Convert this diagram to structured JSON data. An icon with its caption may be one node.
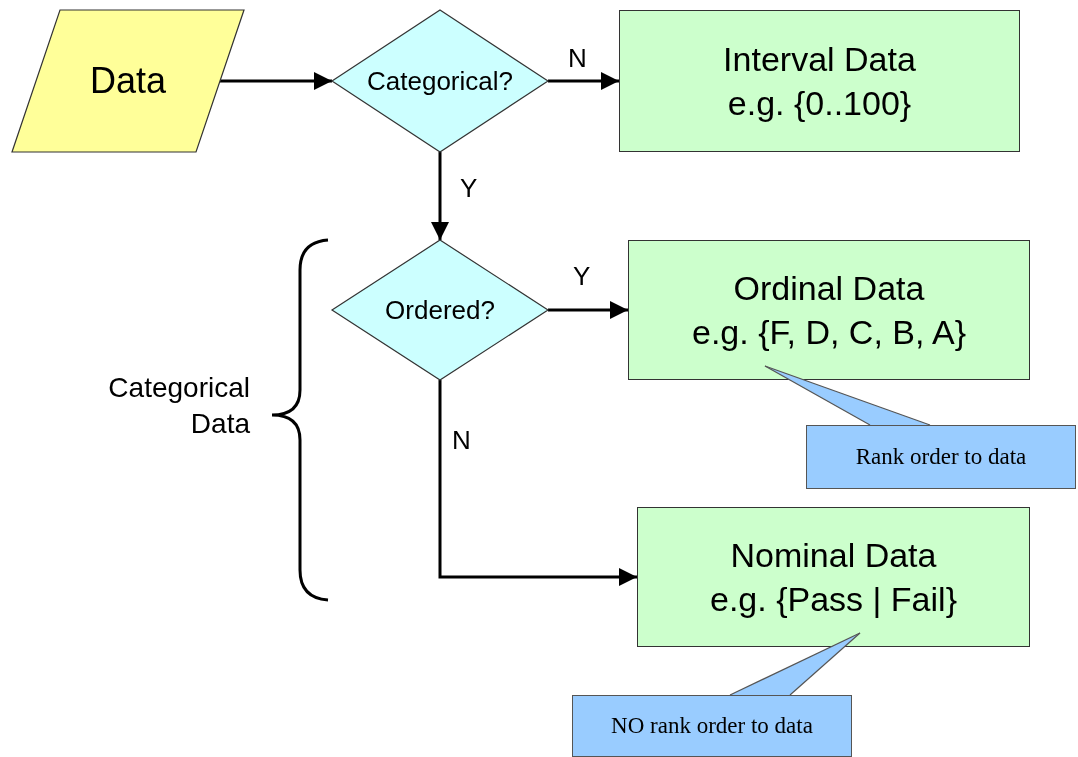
{
  "diagram": {
    "nodes": [
      {
        "text": [
          "Data"
        ]
      },
      {
        "text": [
          "Categorical?"
        ]
      },
      {
        "text": [
          "Interval Data",
          "e.g. {0..100}"
        ]
      },
      {
        "text": [
          "Ordered?"
        ]
      },
      {
        "text": [
          "Ordinal Data",
          "e.g. {F, D, C, B, A}"
        ]
      },
      {
        "text": [
          "Nominal Data",
          "e.g. {Pass | Fail}"
        ]
      },
      {
        "text": [
          "Rank order to data"
        ]
      },
      {
        "text": [
          "NO rank order to data"
        ]
      }
    ],
    "edges": [
      {
        "from": 0,
        "to": 1,
        "arrow": "to"
      },
      {
        "from": 1,
        "to": 2,
        "arrow": "to",
        "label": "N"
      },
      {
        "from": 1,
        "to": 3,
        "arrow": "to",
        "label": "Y"
      },
      {
        "from": 3,
        "to": 4,
        "arrow": "to",
        "label": "Y"
      },
      {
        "from": 3,
        "to": 5,
        "arrow": "to",
        "label": "N"
      },
      {
        "from": 6,
        "to": 4,
        "arrow": "none"
      },
      {
        "from": 7,
        "to": 5,
        "arrow": "none"
      }
    ],
    "labels": [
      "Categorical Data"
    ]
  }
}
